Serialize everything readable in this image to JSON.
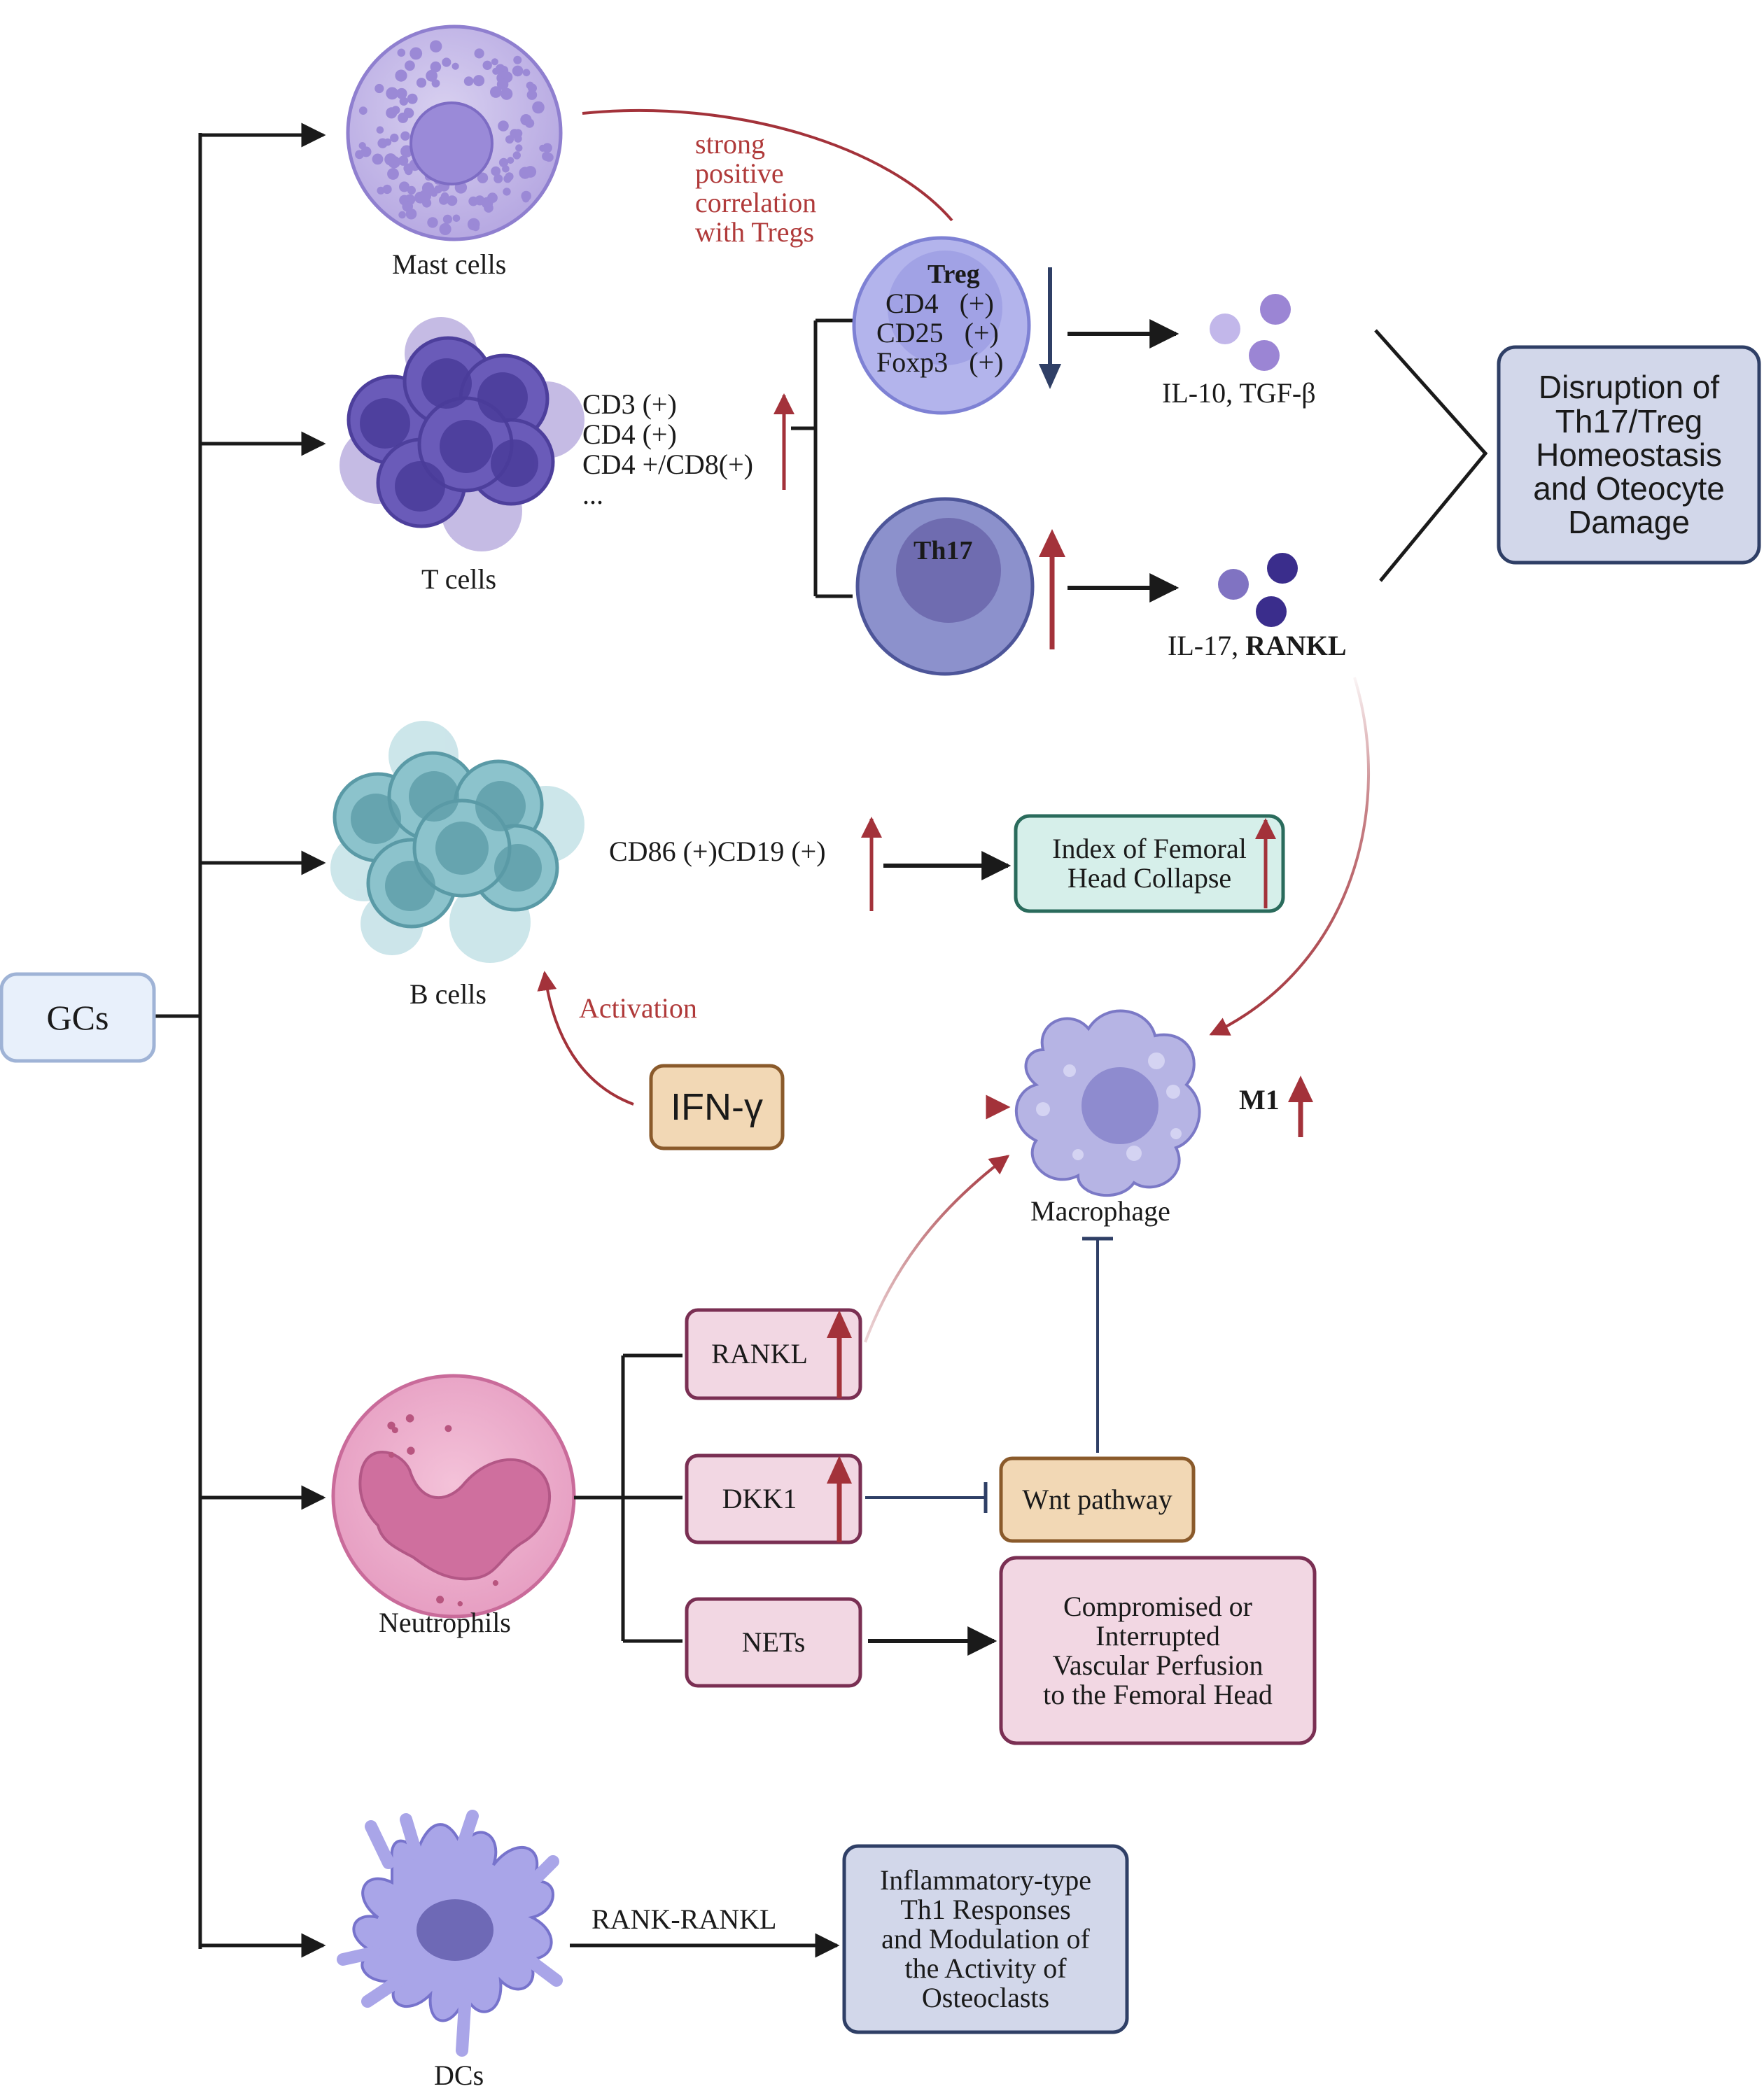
{
  "root": {
    "label": "GCs"
  },
  "mast": {
    "label": "Mast cells",
    "correlation": [
      "strong",
      "positive",
      "correlation",
      "with Tregs"
    ]
  },
  "tcells": {
    "label": "T cells",
    "markers": [
      "CD3 (+)",
      "CD4 (+)",
      "CD4 +/CD8(+)",
      "..."
    ]
  },
  "treg": {
    "title": "Treg",
    "markers": [
      "CD4   (+)",
      "CD25   (+)",
      "Foxp3   (+)"
    ],
    "cytokines": "IL-10, TGF-β"
  },
  "th17": {
    "title": "Th17",
    "cytokines_prefix": "IL-17, ",
    "cytokines_bold": "RANKL"
  },
  "disruption": {
    "text": [
      "Disruption of",
      "Th17/Treg",
      "Homeostasis",
      "and Oteocyte",
      "Damage"
    ]
  },
  "bcells": {
    "label": "B cells",
    "markers": "CD86 (+)CD19 (+)",
    "activation": "Activation"
  },
  "femoral": {
    "text": [
      "Index of Femoral",
      "Head Collapse"
    ]
  },
  "ifn": {
    "label": "IFN-γ"
  },
  "macrophage": {
    "label": "Macrophage",
    "m1": "M1"
  },
  "neutrophils": {
    "label": "Neutrophils",
    "rankl": "RANKL",
    "dkk1": "DKK1",
    "nets": "NETs",
    "wnt": "Wnt pathway",
    "vascular": [
      "Compromised or",
      "Interrupted",
      "Vascular Perfusion",
      "to the Femoral Head"
    ]
  },
  "dcs": {
    "label": "DCs",
    "rank": "RANK-RANKL",
    "outcome": [
      "Inflammatory-type",
      "Th1 Responses",
      "and Modulation of",
      "the Activity of",
      "Osteoclasts"
    ]
  },
  "colors": {
    "accent_red": "#a3323a",
    "navy": "#2f3f66",
    "gcs_fill": "#e8f0fb",
    "gcs_stroke": "#9fb3d6",
    "disruption_fill": "#d2d7ea",
    "femoral_fill": "#d6efea",
    "ifn_fill": "#f2d8b5",
    "pink_fill": "#f2d7e3"
  }
}
